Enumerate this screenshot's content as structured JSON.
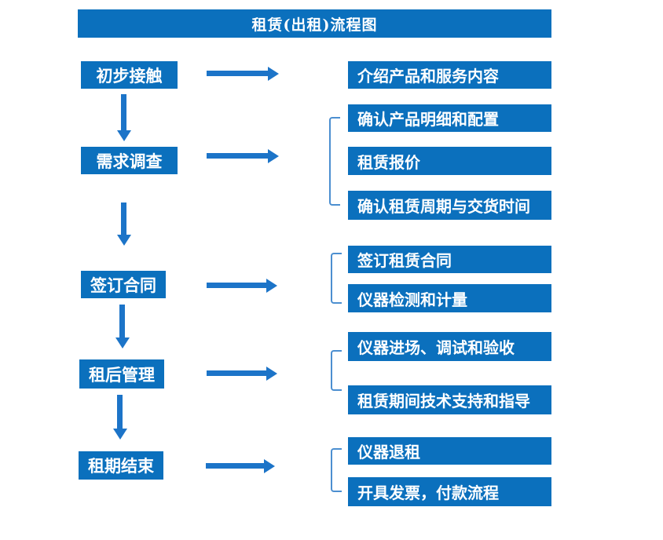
{
  "title": "租赁(出租)流程图",
  "colors": {
    "background": "#FFFFFF",
    "box_fill": "#0B70BD",
    "arrow": "#1C74C8",
    "bracket": "#4C8FD0",
    "text": "#FFFFFF"
  },
  "stages": [
    {
      "label": "初步接触",
      "details": [
        "介绍产品和服务内容"
      ]
    },
    {
      "label": "需求调查",
      "details": [
        "确认产品明细和配置",
        "租赁报价",
        "确认租赁周期与交货时间"
      ]
    },
    {
      "label": "签订合同",
      "details": [
        "签订租赁合同",
        "仪器检测和计量"
      ]
    },
    {
      "label": "租后管理",
      "details": [
        "仪器进场、调试和验收",
        "租赁期间技术支持和指导"
      ]
    },
    {
      "label": "租期结束",
      "details": [
        "仪器退租",
        "开具发票，付款流程"
      ]
    }
  ]
}
